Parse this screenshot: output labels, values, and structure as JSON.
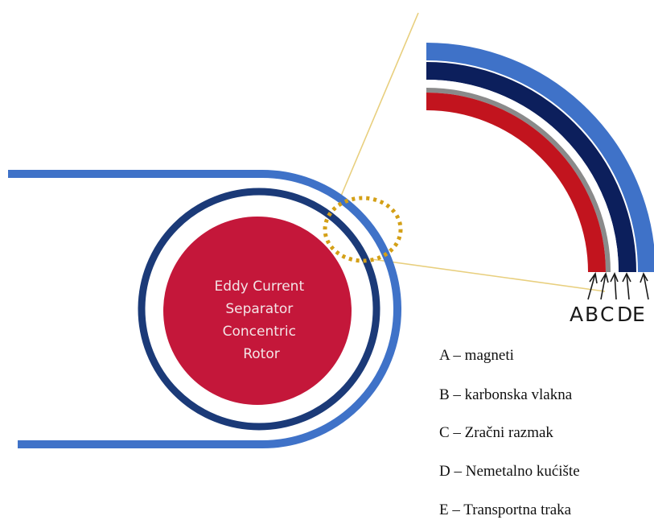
{
  "rotor": {
    "label_lines": [
      "Eddy Current",
      "Separator",
      "Concentric",
      "Rotor"
    ]
  },
  "layers": {
    "letters": [
      "A",
      "B",
      "C",
      "D",
      "E"
    ]
  },
  "legend": {
    "items": [
      "A – magneti",
      "B – karbonska vlakna",
      "C – Zračni razmak",
      "D – Nemetalno kućište",
      "E – Transportna traka"
    ]
  },
  "colors": {
    "belt_blue": "#3f72c8",
    "navy": "#1b3a78",
    "deep_navy": "#0c1f5c",
    "rotor_red": "#c4173a",
    "magnet_red": "#c2141e",
    "gray_fiber": "#8a8a8a",
    "zoom_line": "#e8cf7e",
    "dotted_circle": "#d4a017"
  }
}
